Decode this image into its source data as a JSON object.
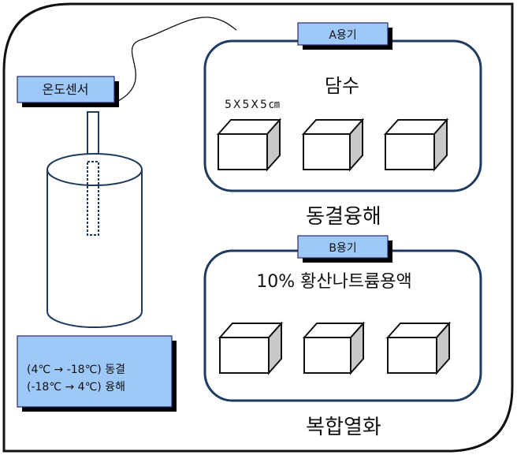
{
  "sensor_label": "온도센서",
  "container_a": {
    "tag": "A용기",
    "liquid": "담수",
    "cube_size": "5X5X5㎝",
    "process": "동결융해"
  },
  "container_b": {
    "tag": "B용기",
    "liquid": "10% 황산나트륨용액",
    "process": "복합열화"
  },
  "cycle": {
    "line1": "(4℃ → -18℃) 동결",
    "line2": "(-18℃ → 4℃) 융해"
  },
  "colors": {
    "label_fill": "#9ec8f8",
    "container_stroke": "#1f3a5f",
    "cube_side": "#c8c8c8"
  }
}
